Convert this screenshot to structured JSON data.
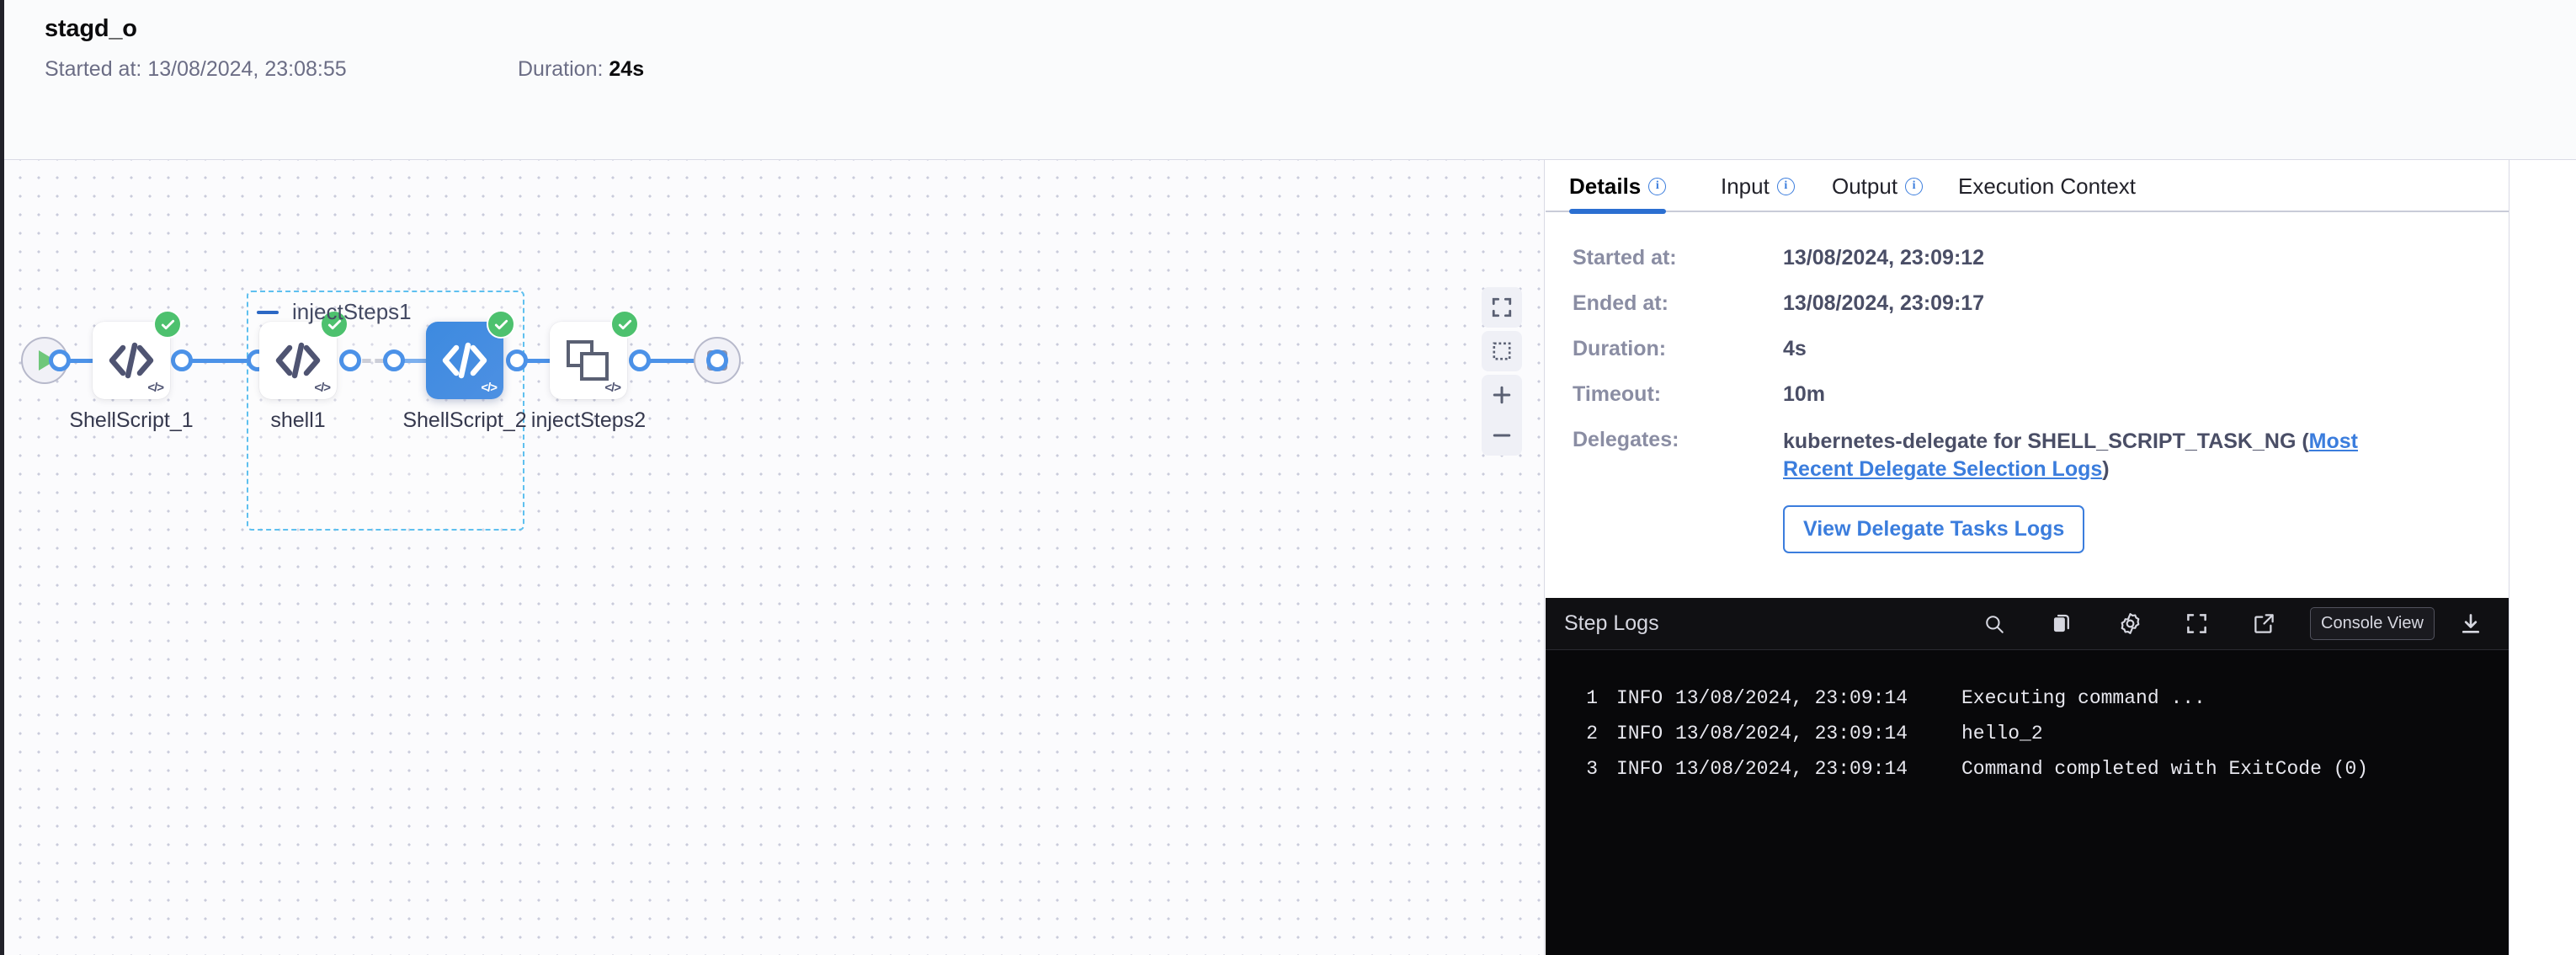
{
  "header": {
    "title": "stagd_o",
    "started_label": "Started at:",
    "started_value": "13/08/2024, 23:08:55",
    "duration_label": "Duration:",
    "duration_value": "24s"
  },
  "graph": {
    "start_node": "start-node",
    "end_node": "end-node",
    "group": {
      "label": "injectSteps1",
      "collapse_icon": "minus-icon"
    },
    "nodes": [
      {
        "id": "shellscript1",
        "label": "ShellScript_1",
        "icon": "code-icon",
        "status": "success",
        "selected": false
      },
      {
        "id": "shell1",
        "label": "shell1",
        "icon": "code-icon",
        "status": "success",
        "selected": false
      },
      {
        "id": "shellscript2",
        "label": "ShellScript_2",
        "icon": "code-icon",
        "status": "success",
        "selected": true
      },
      {
        "id": "injectsteps2",
        "label": "injectSteps2",
        "icon": "step-group-icon",
        "status": "success",
        "selected": false
      }
    ],
    "controls": [
      {
        "name": "fit-to-screen-button",
        "icon": "fullscreen-icon"
      },
      {
        "name": "selection-mode-button",
        "icon": "dashed-square-icon"
      },
      {
        "name": "zoom-in-button",
        "icon": "plus-icon"
      },
      {
        "name": "zoom-out-button",
        "icon": "minus-icon"
      }
    ]
  },
  "panel": {
    "tabs": [
      {
        "label": "Details",
        "active": true,
        "info": true
      },
      {
        "label": "Input",
        "active": false,
        "info": true
      },
      {
        "label": "Output",
        "active": false,
        "info": true
      },
      {
        "label": "Execution Context",
        "active": false,
        "info": false
      }
    ],
    "details": {
      "started_label": "Started at:",
      "started_value": "13/08/2024, 23:09:12",
      "ended_label": "Ended at:",
      "ended_value": "13/08/2024, 23:09:17",
      "duration_label": "Duration:",
      "duration_value": "4s",
      "timeout_label": "Timeout:",
      "timeout_value": "10m",
      "delegates_label": "Delegates:",
      "delegates_value": "kubernetes-delegate for SHELL_SCRIPT_TASK_NG (",
      "delegates_link": "Most Recent Delegate Selection Logs",
      "delegates_suffix": ")",
      "delegate_button": "View Delegate Tasks Logs"
    }
  },
  "logs": {
    "title": "Step Logs",
    "console_view_button": "Console View",
    "icons": [
      "search-icon",
      "copy-icon",
      "gear-icon",
      "fullscreen-icon",
      "external-link-icon",
      "download-icon"
    ],
    "lines": [
      {
        "num": "1",
        "level": "INFO",
        "timestamp": "13/08/2024, 23:09:14",
        "message": "Executing command ..."
      },
      {
        "num": "2",
        "level": "INFO",
        "timestamp": "13/08/2024, 23:09:14",
        "message": "hello_2"
      },
      {
        "num": "3",
        "level": "INFO",
        "timestamp": "13/08/2024, 23:09:14",
        "message": "Command completed with ExitCode (0)"
      }
    ]
  },
  "colors": {
    "accent": "#3b7ddd",
    "edge": "#4c92e8",
    "success": "#4dc16e",
    "selected_node": "#4d90e2",
    "group_border": "#5fc0ef"
  }
}
